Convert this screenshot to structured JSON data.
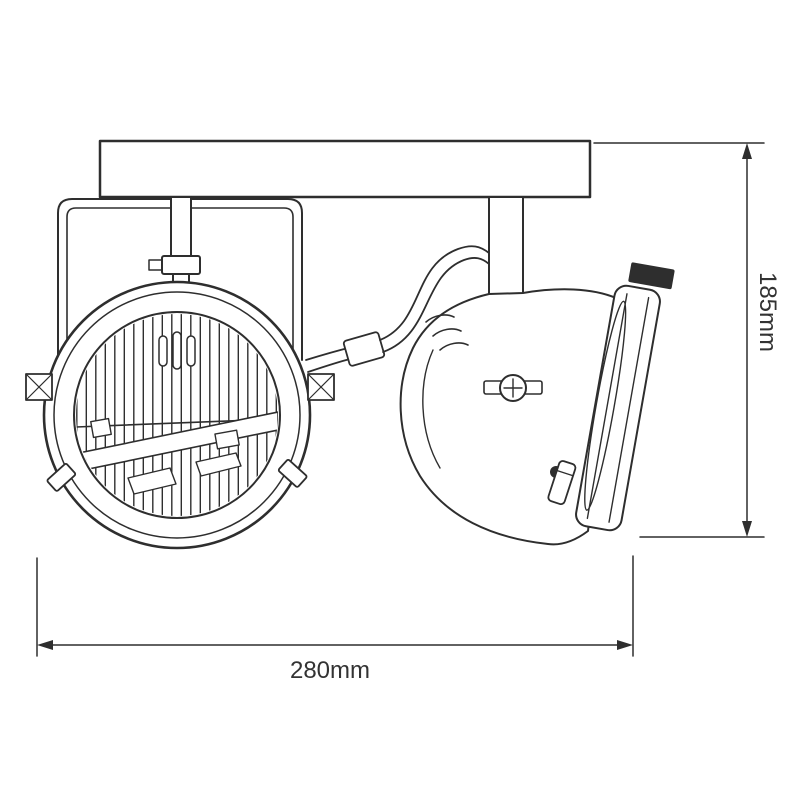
{
  "diagram": {
    "type": "technical-dimension-drawing",
    "dimensions": {
      "height_label": "185mm",
      "width_label": "280mm"
    },
    "colors": {
      "line": "#2e2e2e",
      "background": "#ffffff",
      "text": "#333333"
    }
  }
}
